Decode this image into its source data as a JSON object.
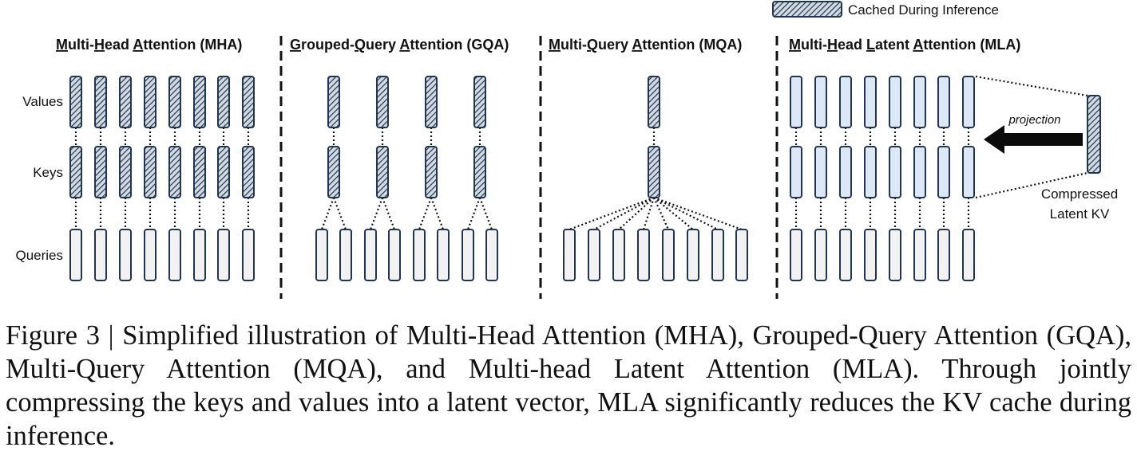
{
  "legend": {
    "label": "Cached During Inference"
  },
  "row_labels": {
    "values": "Values",
    "keys": "Keys",
    "queries": "Queries"
  },
  "panels": {
    "mha": {
      "title": "Multi-Head Attention (MHA)"
    },
    "gqa": {
      "title": "Grouped-Query Attention (GQA)"
    },
    "mqa": {
      "title": "Multi-Query Attention (MQA)"
    },
    "mla": {
      "title": "Multi-Head Latent Attention (MLA)",
      "projection_label": "projection",
      "latent_label_line1": "Compressed",
      "latent_label_line2": "Latent KV"
    }
  },
  "caption": "Figure 3 | Simplified illustration of Multi-Head Attention (MHA), Grouped-Query Attention (GQA), Multi-Query Attention (MQA), and Multi-head Latent Attention (MLA). Through jointly compressing the keys and values into a latent vector, MLA significantly reduces the KV cache during inference.",
  "colors": {
    "outline": "#1f3550",
    "hatch_fill": "#d3dae2",
    "mla_fill": "#dce8f6",
    "query_fill": "#f2f2f2",
    "arrow": "#0b0b0b"
  }
}
